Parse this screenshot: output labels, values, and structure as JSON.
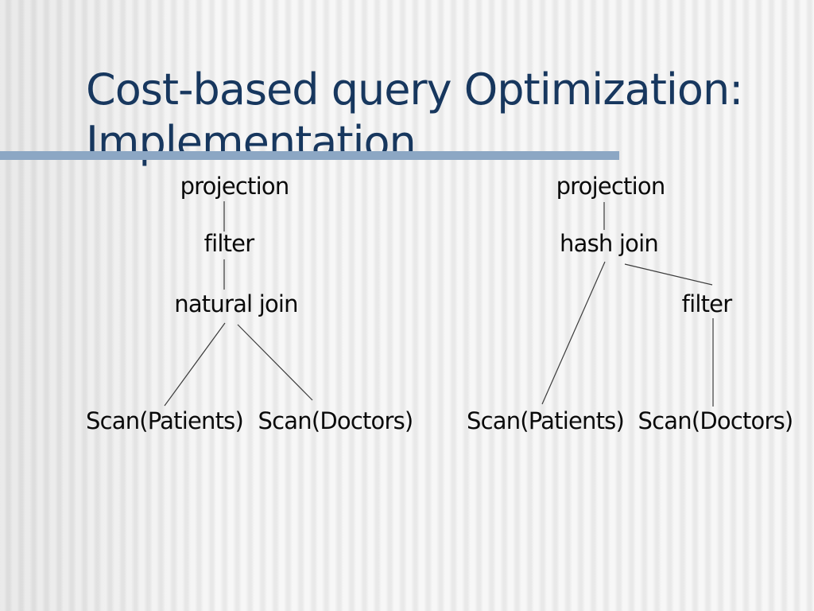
{
  "slide": {
    "title_line1": "Cost-based query Optimization:",
    "title_line2": "Implementation"
  },
  "colors": {
    "title": "#17375e",
    "rule": "#8ca7c4",
    "node_text": "#0a0a0a",
    "line": "#3c3c3c"
  },
  "diagram": {
    "left_tree": {
      "description": "query plan tree: projection over filter over natural join of two scans",
      "nodes": [
        {
          "id": "projection",
          "label": "projection"
        },
        {
          "id": "filter",
          "label": "filter"
        },
        {
          "id": "natural-join",
          "label": "natural join"
        },
        {
          "id": "scan-patients",
          "label": "Scan(Patients)"
        },
        {
          "id": "scan-doctors",
          "label": "Scan(Doctors)"
        }
      ]
    },
    "right_tree": {
      "description": "query plan tree: projection over hash join of scan and filtered scan",
      "nodes": [
        {
          "id": "projection",
          "label": "projection"
        },
        {
          "id": "hash-join",
          "label": "hash join"
        },
        {
          "id": "filter",
          "label": "filter"
        },
        {
          "id": "scan-patients",
          "label": "Scan(Patients)"
        },
        {
          "id": "scan-doctors",
          "label": "Scan(Doctors)"
        }
      ]
    }
  }
}
